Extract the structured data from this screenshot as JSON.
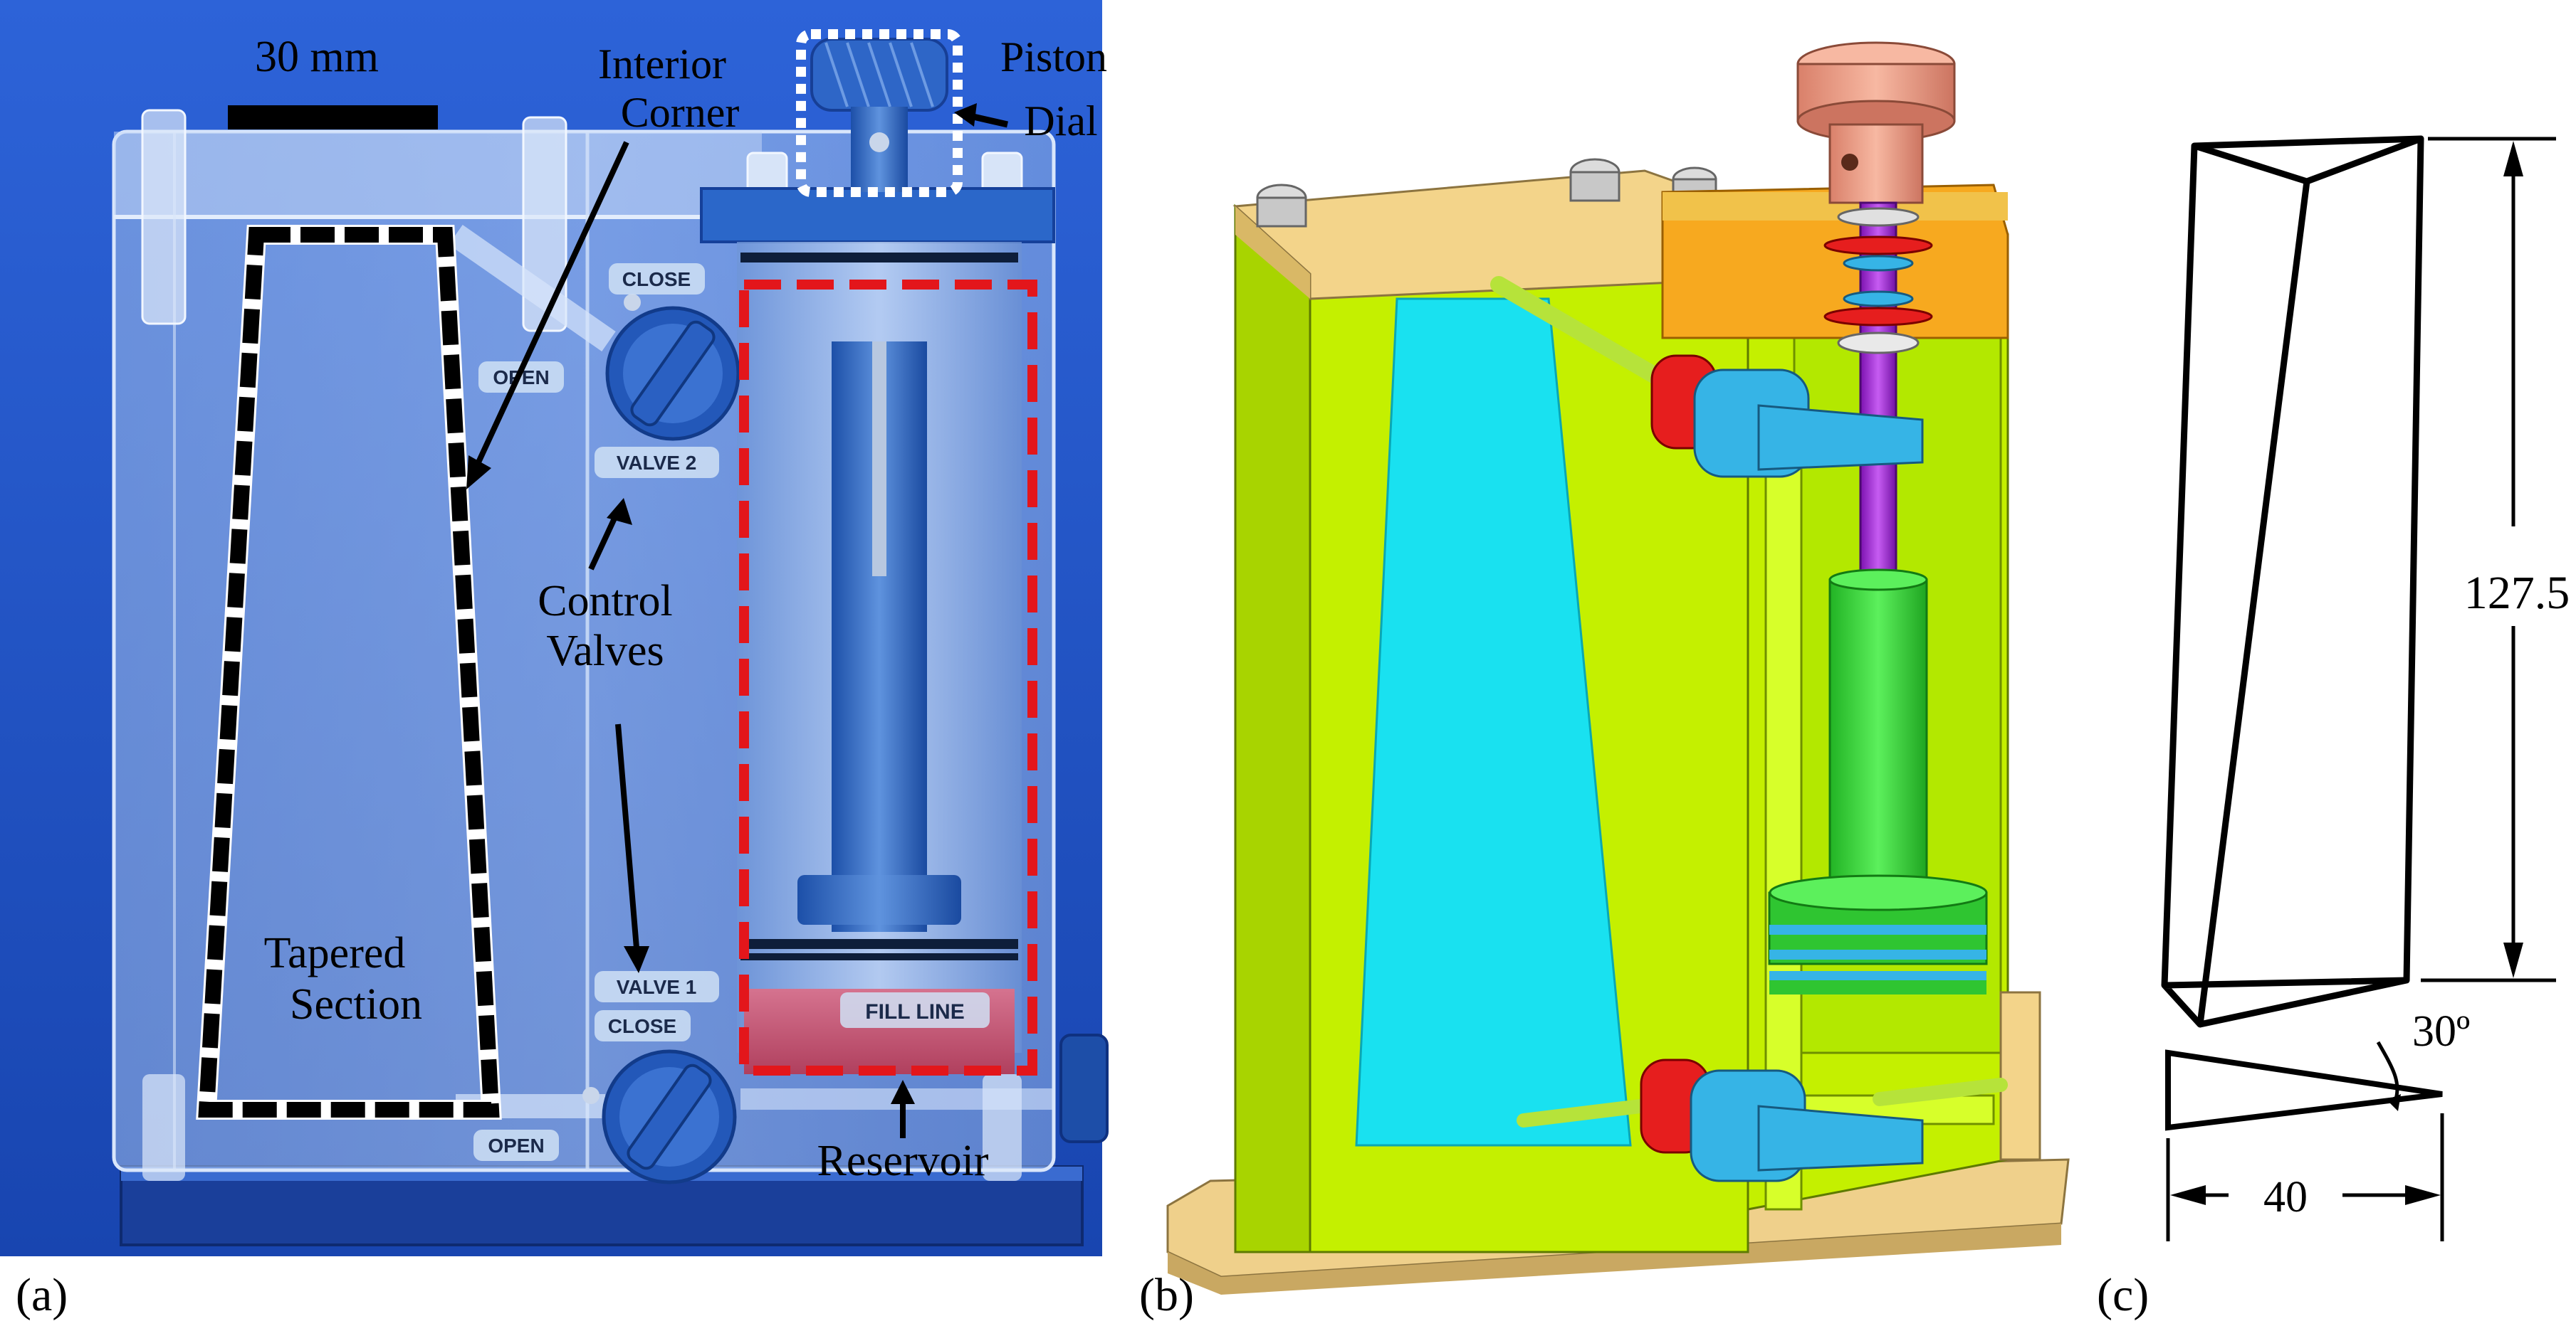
{
  "panel_labels": {
    "a": "(a)",
    "b": "(b)",
    "c": "(c)"
  },
  "photo": {
    "scale_bar": "30 mm",
    "interior_corner": [
      "Interior",
      "Corner"
    ],
    "piston_dial": [
      "Piston",
      "Dial"
    ],
    "control_valves": [
      "Control",
      "Valves"
    ],
    "tapered_section": [
      "Tapered",
      "Section"
    ],
    "reservoir": "Reservoir",
    "tags": {
      "close_top": "CLOSE",
      "open_top": "OPEN",
      "valve2": "VALVE 2",
      "valve1": "VALVE 1",
      "close_bottom": "CLOSE",
      "open_bottom": "OPEN",
      "fill_line": "FILL LINE"
    }
  },
  "schematic": {
    "height_dim": "127.5",
    "width_dim": "40",
    "angle": "30º"
  },
  "colors": {
    "photo_bg": "#1f56c8",
    "acrylic": "#a9c6f0",
    "black_outline": "#000000",
    "red_outline": "#e3161b",
    "cad_yellow_green": "#c4f000",
    "cad_cyan": "#19e1f0",
    "cad_tan": "#f3d48a",
    "cad_orange": "#f7a91f",
    "cad_red": "#e61e1e",
    "cad_blue_valve": "#36b4e6",
    "cad_purple": "#a61fe0",
    "cad_green": "#39d93a",
    "cad_salmon": "#f0a286"
  }
}
